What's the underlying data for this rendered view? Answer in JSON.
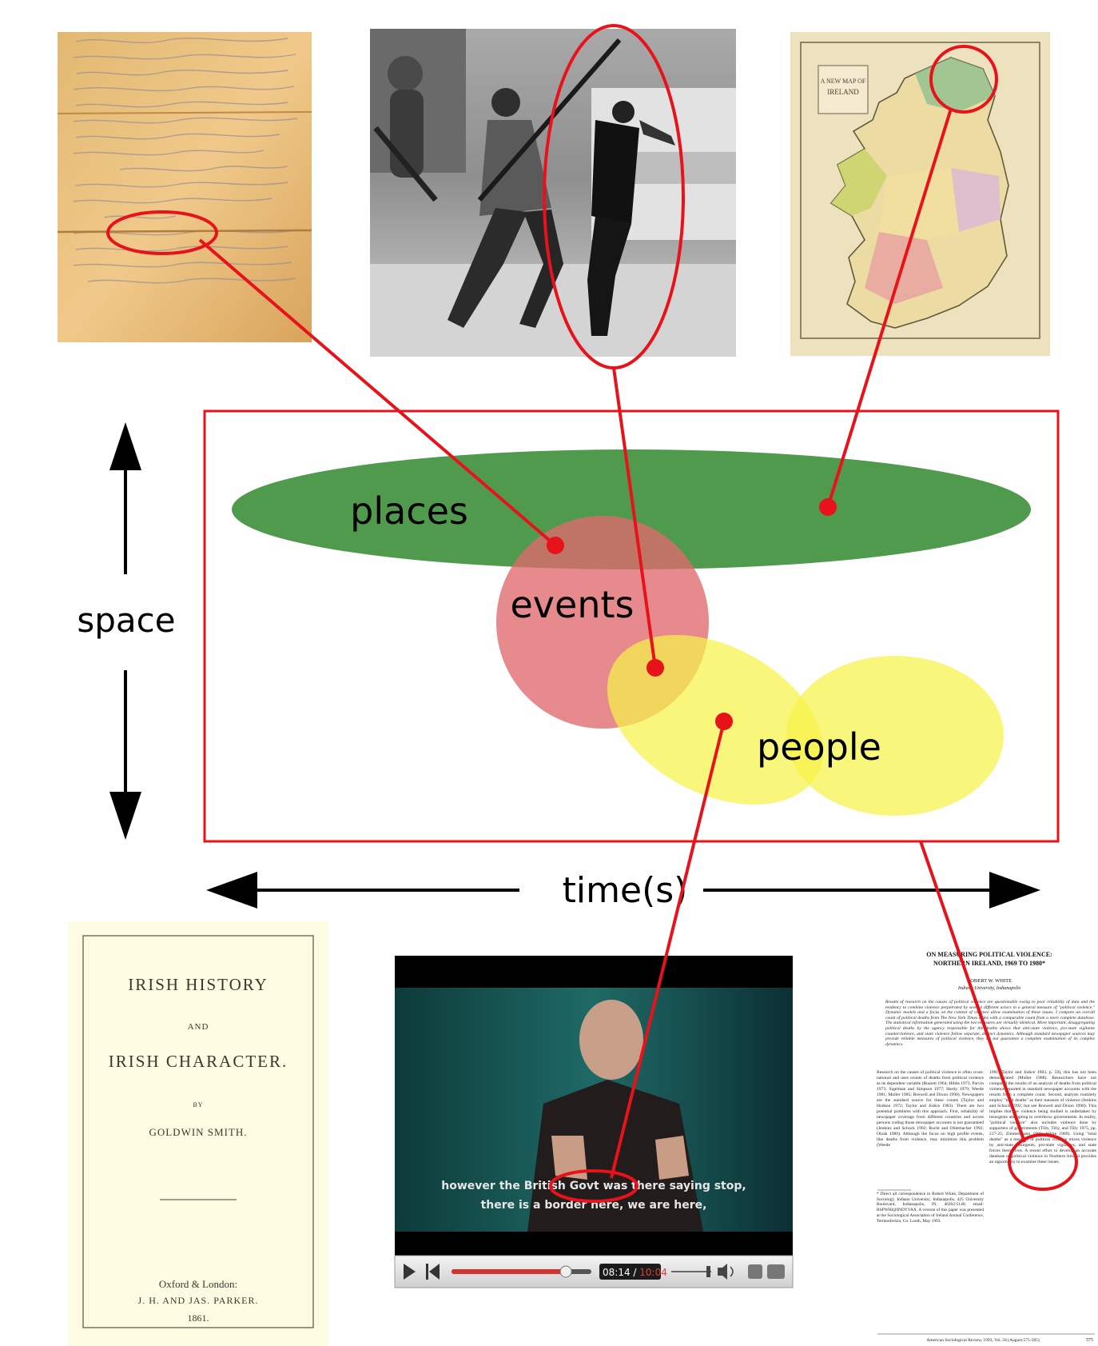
{
  "diagram": {
    "labels": {
      "places": "places",
      "events": "events",
      "people": "people",
      "space": "space",
      "time": "time(s)"
    },
    "colors": {
      "frame": "#e8121a",
      "connector": "#e8121a",
      "places": "#4f9a4d",
      "events": "#e0696d",
      "people": "#f7f24a"
    }
  },
  "sources": {
    "letter": {
      "icon": "handwritten-letter-icon"
    },
    "photo": {
      "icon": "historical-photo-icon"
    },
    "map": {
      "icon": "ireland-map-icon",
      "title_lines": [
        "A NEW MAP OF",
        "IRELAND"
      ]
    },
    "book": {
      "line1": "IRISH HISTORY",
      "line2": "AND",
      "line3": "IRISH CHARACTER.",
      "by": "BY",
      "author": "GOLDWIN SMITH.",
      "place": "Oxford & London:",
      "publisher": "J. H. AND JAS. PARKER.",
      "year": "1861."
    },
    "video": {
      "subtitle1": "however the British Govt was there saying stop,",
      "subtitle2": "there is a border here, we are here,",
      "time_elapsed": "08:14",
      "time_total": "10:04"
    },
    "paper": {
      "title1": "ON MEASURING POLITICAL VIOLENCE:",
      "title2": "NORTHERN IRELAND, 1969 TO 1980*",
      "author": "ROBERT W. WHITE",
      "affiliation": "Indiana University, Indianapolis",
      "abstract": "Results of research on the causes of political violence are questionable owing to poor reliability of data and the tendency to combine violence perpetrated by several different actors in a general measure of \"political violence.\" Dynamic models and a focus on the context of violence allow examination of these issues. I compare an overall count of political deaths from The New York Times Index with a comparable count from a more complete database. The statistical information generated using the two measures are virtually identical. More important, disaggregating political deaths by the agency responsible for the deaths shows that anti-state violence, pro-state vigilante counterviolence, and state violence follow separate, distinct dynamics. Although standard newspaper sources may provide reliable measures of political violence, they do not guarantee a complete examination of its complex dynamics.",
      "col1": "Research on the causes of political violence is often cross-national and uses counts of deaths from political violence as its dependent variable (Russett 1964; Hibbs 1973; Parvin 1973; Sigelman and Simpson 1977; Hardy 1979; Weede 1981; Muller 1985; Boswell and Dixon 1990). Newspapers are the standard source for these counts (Taylor and Hudson 1972; Taylor and Jodice 1983). There are two potential problems with this approach. First, reliability of newspaper coverage from different countries and across persons coding those newspaper accounts is not guaranteed (Jenkins and Schock 1992; Rucht and Ohlemacher 1992; Olzak 1989). Although the focus on high profile events, like deaths from violence, may minimize this problem (Weede",
      "col2": "1981; Taylor and Jodice 1983, p. 59), this has not been demonstrated (Muller 1988). Researchers have not compared the results of an analysis of deaths from political violence reported in standard newspaper accounts with the results from a complete count. Second, analysts routinely employ \"total deaths\" as their measure of violence (Jenkins and Schock 1992; but see Boswell and Dixon 1990). This implies that the violence being studied is undertaken by insurgents attempting to overthrow governments. In reality, \"political violence\" also includes violence done by supporters of governments (Tilly, Tilly, and Tilly 1975, pp. 217-25; Zimmermann 1980; White 1989). Using \"total deaths\" as a measure of political violence mixes violence by anti-state insurgents, pro-state vigilantes, and state forces themselves. A recent effort to develop an accurate database of political violence in Northern Ireland provides an opportunity to examine these issues.",
      "footnote": "* Direct all correspondence to Robert White, Department of Sociology, Indiana University, Indianapolis, 425 University Boulevard, Indianapolis, IN, 46202-5140; email: RSPWHI@INDYVAX. A version of this paper was presented at the Sociological Association of Ireland Annual Conference, Termonfeckin, Co. Louth, May 1993.",
      "journal": "American Sociological Review, 1993, Vol. 58 (August:575-585)",
      "page": "575"
    }
  }
}
